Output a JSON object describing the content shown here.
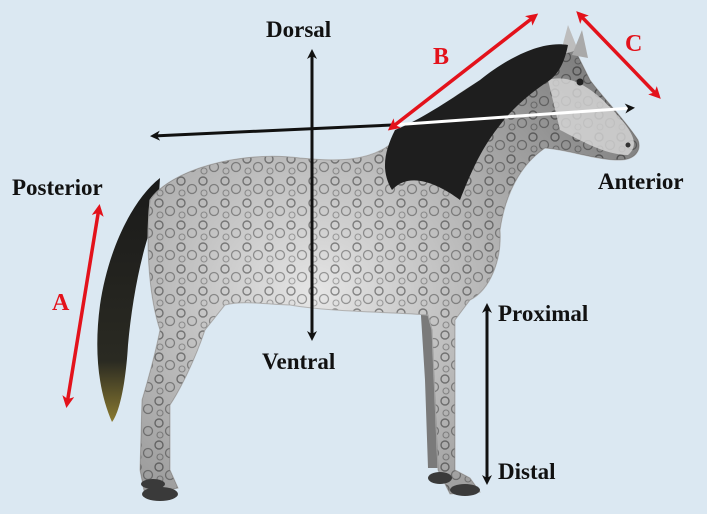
{
  "labels": {
    "dorsal": "Dorsal",
    "ventral": "Ventral",
    "posterior": "Posterior",
    "anterior": "Anterior",
    "proximal": "Proximal",
    "distal": "Distal",
    "a": "A",
    "b": "B",
    "c": "C"
  },
  "colors": {
    "background": "#dbe8f2",
    "black_arrow": "#111111",
    "red_arrow": "#e3121b",
    "coat_light": "#eeeeee",
    "coat_dapple": "#6d6d6d",
    "mane_tail": "#1e1e1e"
  }
}
